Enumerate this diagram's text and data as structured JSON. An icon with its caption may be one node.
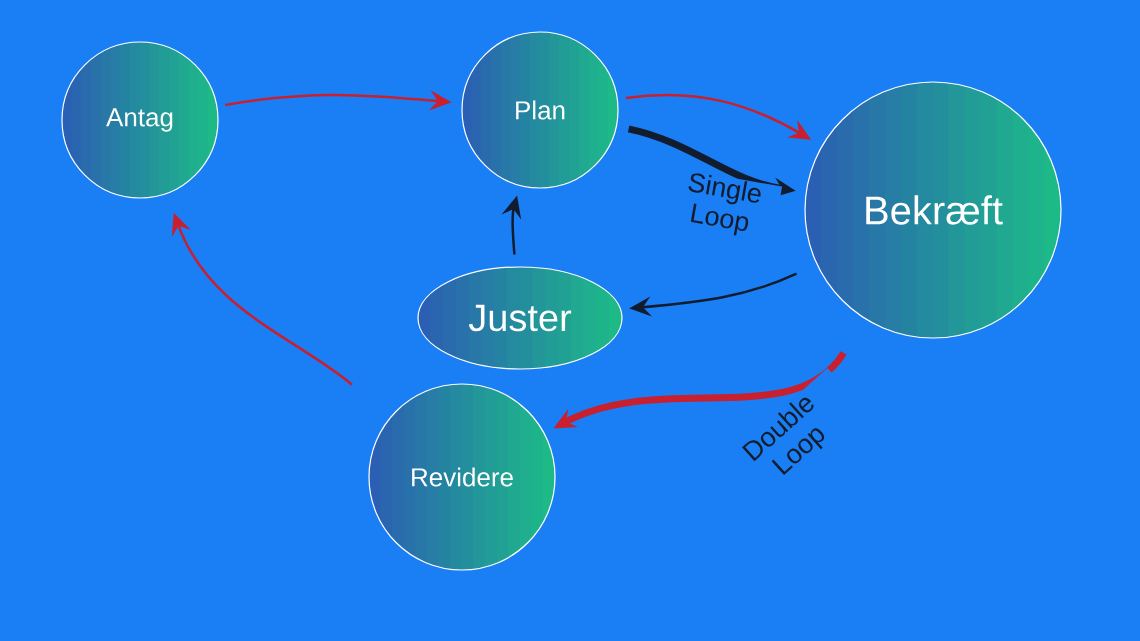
{
  "diagram": {
    "nodes": [
      {
        "text": [
          "Antag"
        ]
      },
      {
        "text": [
          "Plan"
        ]
      },
      {
        "text": [
          "Bekræft"
        ]
      },
      {
        "text": [
          "Juster"
        ]
      },
      {
        "text": [
          "Revidere"
        ]
      }
    ],
    "edges": [
      {
        "from": 0,
        "to": 1,
        "arrow": "to"
      },
      {
        "from": 1,
        "to": 2,
        "arrow": "to"
      },
      {
        "from": 1,
        "to": 2,
        "arrow": "to",
        "label": "Single Loop",
        "style": "thick",
        "color": "#161a2a"
      },
      {
        "from": 2,
        "to": 3,
        "arrow": "to",
        "color": "#161a2a"
      },
      {
        "from": 3,
        "to": 1,
        "arrow": "to",
        "color": "#161a2a"
      },
      {
        "from": 2,
        "to": 4,
        "arrow": "to",
        "label": "Double Loop",
        "style": "thick"
      },
      {
        "from": 4,
        "to": 0,
        "arrow": "to"
      }
    ]
  }
}
